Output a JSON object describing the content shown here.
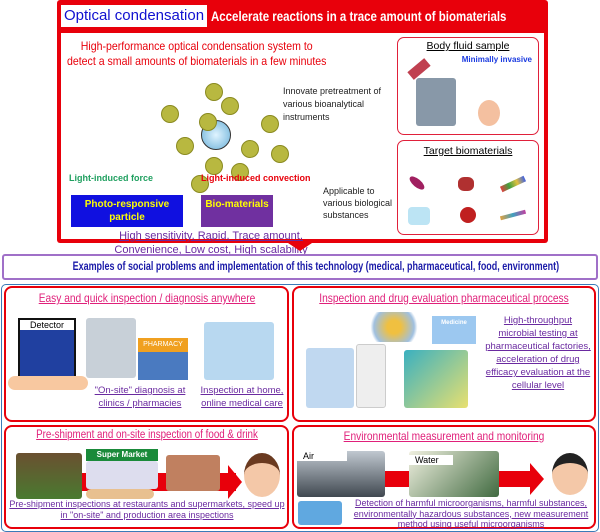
{
  "header": {
    "tag": "Optical condensation",
    "headline": "Accelerate reactions in a trace amount of biomaterials"
  },
  "top": {
    "title_line1": "High-performance optical condensation system to",
    "title_line2": "detect a small amounts of biomaterials in a few minutes",
    "force_label": "Light-induced force",
    "convection_label": "Light-induced convection",
    "particle_box": "Photo-responsive particle",
    "bio_box": "Bio-materials",
    "benefits_line1": "High sensitivity, Rapid, Trace amount,",
    "benefits_line2": "Convenience, Low cost, High scalability",
    "innovate": "Innovate pretreatment of various bioanalytical instruments",
    "applicable": "Applicable to various biological substances",
    "body_fluid": {
      "title": "Body fluid sample",
      "note": "Minimally invasive"
    },
    "target": {
      "title": "Target biomaterials"
    }
  },
  "examples_title": "Examples of social problems and implementation of this technology (medical, pharmaceutical, food, environment)",
  "panels": [
    {
      "title": "Easy and quick inspection / diagnosis anywhere",
      "detector": "Detector",
      "pharmacy": "PHARMACY",
      "cap1": "\"On-site\" diagnosis at clinics / pharmacies",
      "cap2": "Inspection at home, online medical care"
    },
    {
      "title": "Inspection and drug evaluation pharmaceutical process",
      "medicine": "Medicine",
      "cap": "High-throughput microbial testing at pharmaceutical factories, acceleration of drug efficacy evaluation at the cellular level"
    },
    {
      "title": "Pre-shipment and on-site inspection of food & drink",
      "market": "Super Market",
      "cap": "Pre-shipment inspections at restaurants and supermarkets, speed up in \"on-site\" and production area inspections"
    },
    {
      "title": "Environmental measurement and monitoring",
      "air": "Air",
      "water": "Water",
      "cap": "Detection of harmful microorganisms, harmful substances, environmentally hazardous substances, new measurement method using useful microorganisms"
    }
  ],
  "colors": {
    "red": "#e8000b",
    "blue": "#1010d0",
    "purple": "#6a2aa0",
    "pink": "#e0207a"
  }
}
